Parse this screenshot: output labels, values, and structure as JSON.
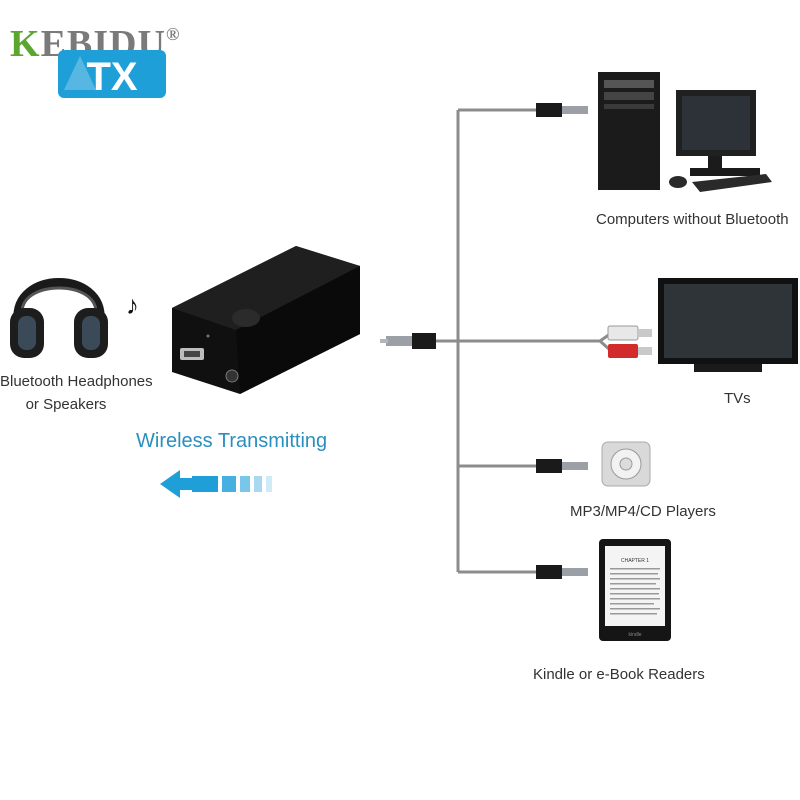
{
  "brand": {
    "name": "KEBIDU",
    "registered": "®",
    "badge": "TX"
  },
  "source": {
    "label_line1": "Bluetooth Headphones",
    "label_line2": "or Speakers",
    "music_icon": "music-note-icon"
  },
  "transmitter": {
    "caption": "Wireless Transmitting"
  },
  "devices": [
    {
      "label": "Computers without Bluetooth",
      "icon": "desktop-computer-icon"
    },
    {
      "label": "TVs",
      "icon": "tv-icon"
    },
    {
      "label": "MP3/MP4/CD Players",
      "icon": "mp3-player-icon"
    },
    {
      "label": "Kindle or e-Book Readers",
      "icon": "ebook-reader-icon"
    }
  ],
  "ereader_screen": {
    "heading": "CHAPTER 1"
  },
  "colors": {
    "brand_green": "#5aa62e",
    "brand_grey": "#7a7a7a",
    "badge_blue": "#1f9fd8",
    "caption_blue": "#2a8fbf",
    "cable_grey": "#8c8c8c"
  }
}
